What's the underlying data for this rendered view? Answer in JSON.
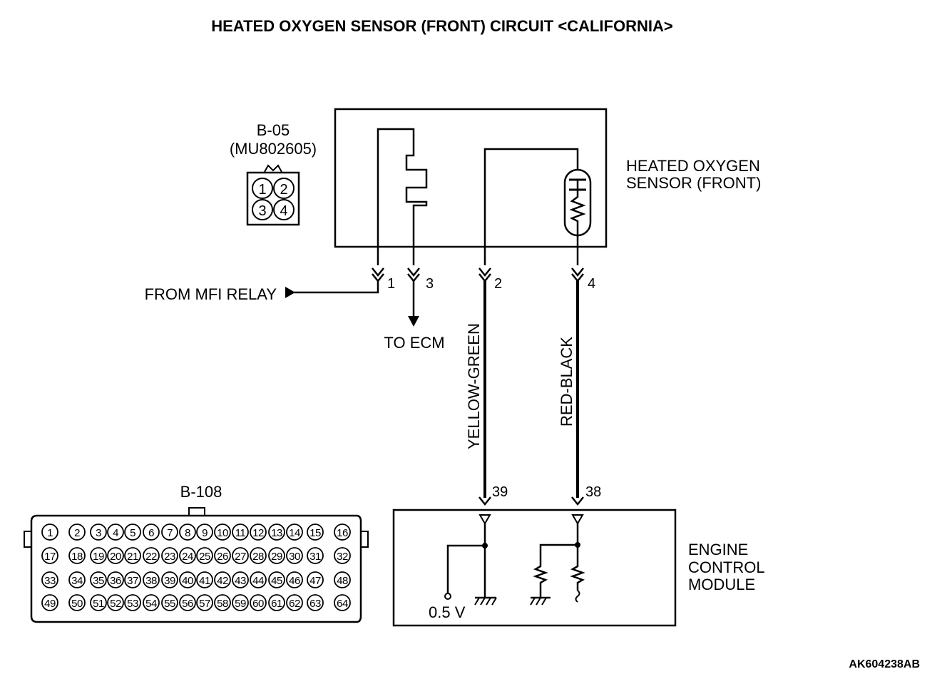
{
  "title": "HEATED OXYGEN SENSOR (FRONT) CIRCUIT <CALIFORNIA>",
  "sensor_connector": {
    "id": "B-05",
    "part": "(MU802605)",
    "pins": [
      "1",
      "2",
      "3",
      "4"
    ]
  },
  "sensor": {
    "label_line1": "HEATED OXYGEN",
    "label_line2": "SENSOR (FRONT)"
  },
  "terminals": {
    "t1": "1",
    "t2": "2",
    "t3": "3",
    "t4": "4",
    "ecm39": "39",
    "ecm38": "38"
  },
  "relay_label": "FROM MFI RELAY",
  "to_ecm_label": "TO ECM",
  "wires": {
    "wire2": "YELLOW-GREEN",
    "wire4": "RED-BLACK"
  },
  "ecm_connector": {
    "id": "B-108",
    "rows": [
      [
        "1",
        "2",
        "3",
        "4",
        "5",
        "6",
        "7",
        "8",
        "9",
        "10",
        "11",
        "12",
        "13",
        "14",
        "15",
        "16"
      ],
      [
        "17",
        "18",
        "19",
        "20",
        "21",
        "22",
        "23",
        "24",
        "25",
        "26",
        "27",
        "28",
        "29",
        "30",
        "31",
        "32"
      ],
      [
        "33",
        "34",
        "35",
        "36",
        "37",
        "38",
        "39",
        "40",
        "41",
        "42",
        "43",
        "44",
        "45",
        "46",
        "47",
        "48"
      ],
      [
        "49",
        "50",
        "51",
        "52",
        "53",
        "54",
        "55",
        "56",
        "57",
        "58",
        "59",
        "60",
        "61",
        "62",
        "63",
        "64"
      ]
    ]
  },
  "ecm": {
    "label_line1": "ENGINE",
    "label_line2": "CONTROL",
    "label_line3": "MODULE",
    "voltage": "0.5 V"
  },
  "figure_code": "AK604238AB"
}
